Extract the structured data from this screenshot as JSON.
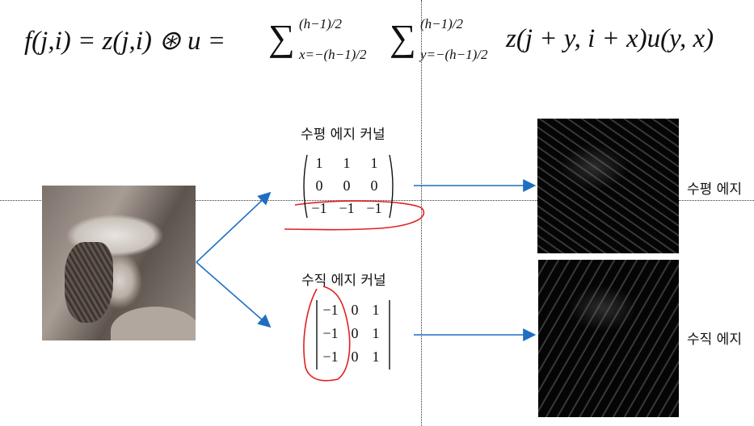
{
  "formula": {
    "lhs": "f(j,i) = z(j,i) ⊛ u =",
    "sum1_upper": "(h−1)/2",
    "sum1_lower": "x=−(h−1)/2",
    "sum2_upper": "(h−1)/2",
    "sum2_lower": "y=−(h−1)/2",
    "rhs": "z(j + y, i + x)u(y, x)"
  },
  "horizontal": {
    "kernel_title": "수평 에지 커널",
    "rows": [
      [
        "1",
        "1",
        "1"
      ],
      [
        "0",
        "0",
        "0"
      ],
      [
        "−1",
        "−1",
        "−1"
      ]
    ],
    "result_label": "수평 에지"
  },
  "vertical": {
    "kernel_title": "수직 에지 커널",
    "rows": [
      [
        "−1",
        "0",
        "1"
      ],
      [
        "−1",
        "0",
        "1"
      ],
      [
        "−1",
        "0",
        "1"
      ]
    ],
    "result_label": "수직 에지"
  },
  "colors": {
    "arrow": "#1f6fc0",
    "annotation": "#e02020"
  }
}
